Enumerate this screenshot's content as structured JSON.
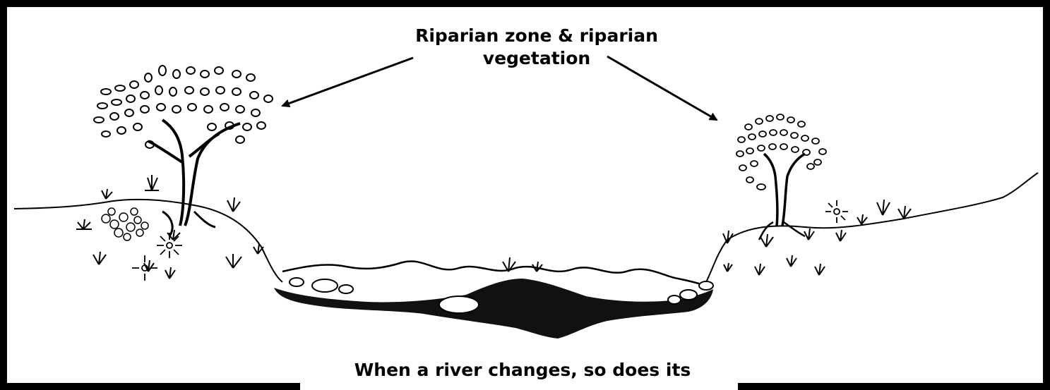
{
  "labels": {
    "riparian_title_line1": "Riparian zone & riparian",
    "riparian_title_line2": "vegetation",
    "footer": "When a river changes, so does its"
  },
  "colors": {
    "ink": "#000000",
    "paper": "#ffffff"
  },
  "icons": [
    "left-tree-icon",
    "right-tree-icon",
    "arrow-left-icon",
    "arrow-right-icon",
    "river-channel-icon",
    "grass-tuft-icon",
    "flower-icon",
    "rock-icon"
  ]
}
